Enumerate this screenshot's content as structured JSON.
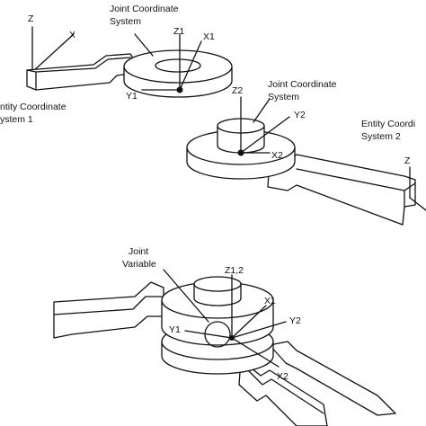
{
  "figure": {
    "part_top": {
      "joint_cs_line1": "Joint Coordinate",
      "joint_cs_line2": "System",
      "entity_cs_line1": "ntity Coordinate",
      "entity_cs_line2": "ystem 1",
      "axes": {
        "z": "Z",
        "x": "X",
        "z1": "Z1",
        "x1": "X1",
        "y1": "Y1"
      }
    },
    "part_middle": {
      "joint_cs_line1": "Joint Coordinate",
      "joint_cs_line2": "System",
      "entity_cs_line1": "Entity Coordi",
      "entity_cs_line2": "System 2",
      "axes": {
        "z2": "Z2",
        "y2": "Y2",
        "x2": "X2",
        "z": "Z"
      }
    },
    "part_bottom": {
      "joint_var_line1": "Joint",
      "joint_var_line2": "Variable",
      "axes": {
        "z12": "Z1,2",
        "x1": "X1",
        "y2": "Y2",
        "y1": "Y1",
        "x2": "X2"
      }
    }
  },
  "colors": {
    "ink": "#111111",
    "paper": "#ffffff"
  }
}
